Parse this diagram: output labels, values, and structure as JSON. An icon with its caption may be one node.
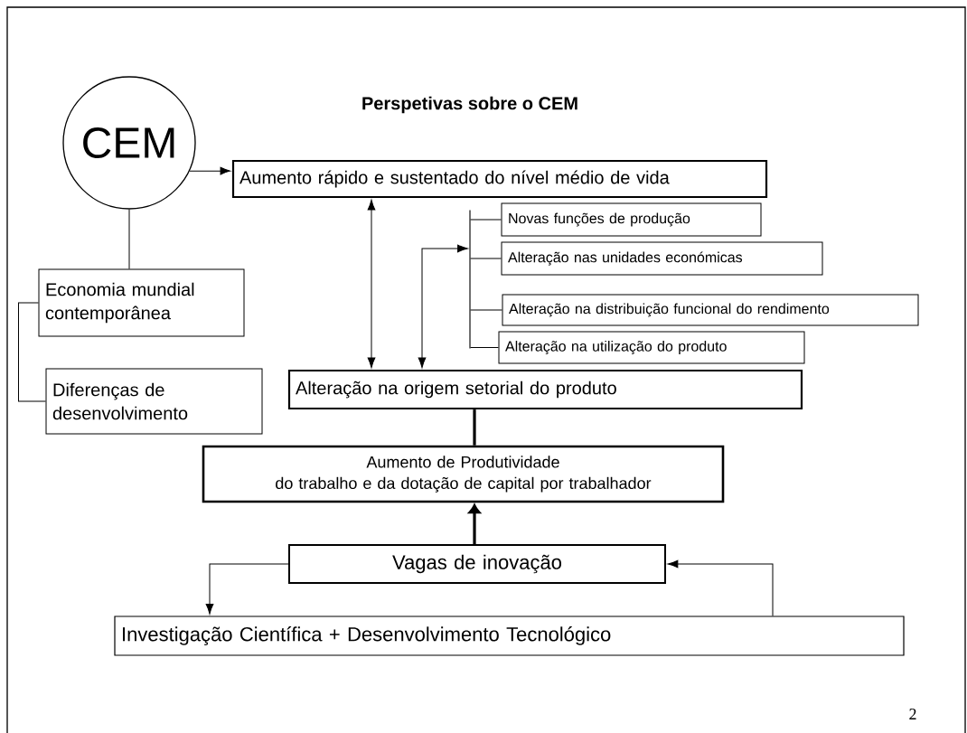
{
  "diagram": {
    "title": "Perspetivas sobre o CEM",
    "nodes": [
      {
        "text": [
          "CEM"
        ]
      },
      {
        "text": [
          "Aumento rápido e sustentado do nível médio de vida"
        ]
      },
      {
        "text": [
          "Economia mundial contemporânea"
        ]
      },
      {
        "text": [
          "Diferenças de desenvolvimento"
        ]
      },
      {
        "text": [
          "Novas funções de produção"
        ]
      },
      {
        "text": [
          "Alteração nas unidades económicas"
        ]
      },
      {
        "text": [
          "Alteração na distribuição funcional do rendimento"
        ]
      },
      {
        "text": [
          "Alteração na utilização do produto"
        ]
      },
      {
        "text": [
          "Alteração na origem setorial do produto"
        ]
      },
      {
        "text": [
          "Aumento de Produtividade",
          "do trabalho e da dotação de capital por trabalhador"
        ]
      },
      {
        "text": [
          "Vagas de inovação"
        ]
      },
      {
        "text": [
          "Investigação Científica + Desenvolvimento Tecnológico"
        ]
      },
      {
        "text": [],
        "shape": "bar"
      }
    ],
    "edges": [
      {
        "from": 0,
        "to": 1,
        "arrow": "to"
      },
      {
        "from": 0,
        "to": 2,
        "arrow": "none"
      },
      {
        "from": 2,
        "to": 3,
        "arrow": "none"
      },
      {
        "from": 1,
        "to": 8,
        "arrow": "both"
      },
      {
        "from": 8,
        "to": 12,
        "arrow": "both"
      },
      {
        "from": 12,
        "to": 4,
        "arrow": "none"
      },
      {
        "from": 12,
        "to": 5,
        "arrow": "none"
      },
      {
        "from": 12,
        "to": 6,
        "arrow": "none"
      },
      {
        "from": 12,
        "to": 7,
        "arrow": "none"
      },
      {
        "from": 9,
        "to": 8,
        "arrow": "none",
        "style": "thick"
      },
      {
        "from": 10,
        "to": 9,
        "arrow": "to",
        "style": "thick"
      },
      {
        "from": 10,
        "to": 11,
        "arrow": "to"
      },
      {
        "from": 11,
        "to": 10,
        "arrow": "to"
      }
    ],
    "labels": [
      "2"
    ]
  }
}
